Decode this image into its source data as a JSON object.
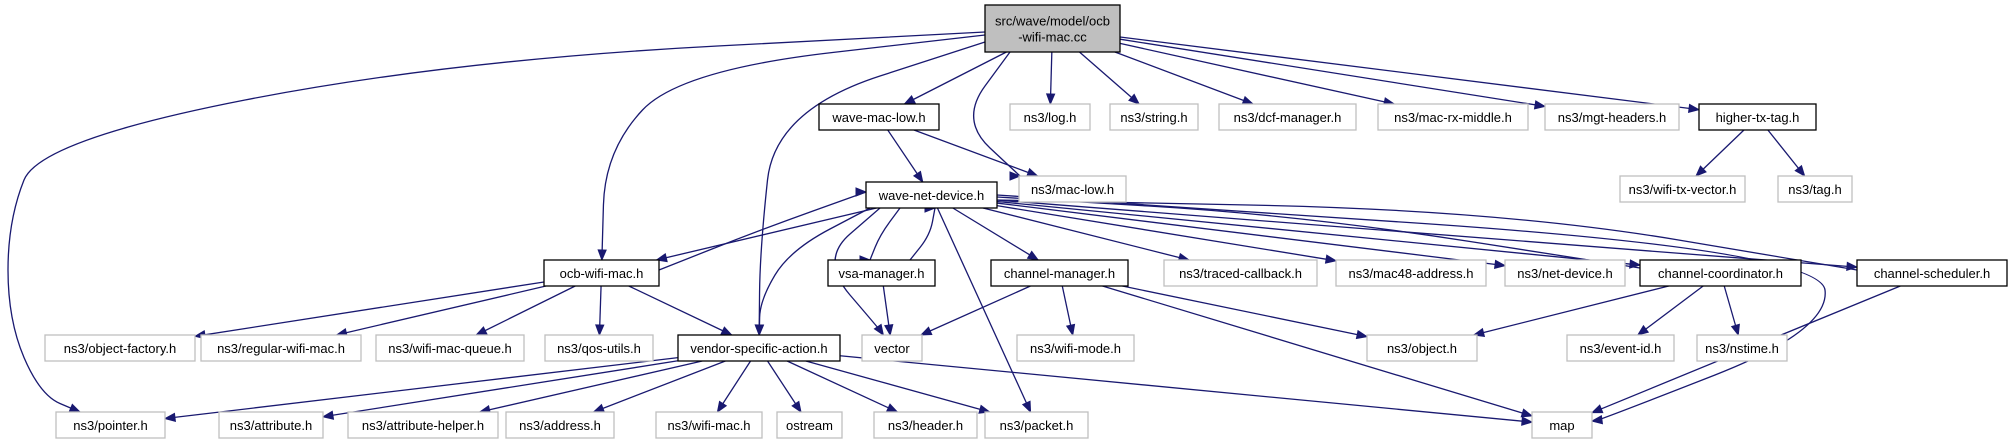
{
  "graph": {
    "nodes": [
      {
        "id": "main",
        "kind": "main",
        "lines": [
          "src/wave/model/ocb",
          "-wifi-mac.cc"
        ]
      },
      {
        "id": "wave_mac_low",
        "kind": "doc",
        "lines": [
          "wave-mac-low.h"
        ]
      },
      {
        "id": "log",
        "kind": "ext",
        "lines": [
          "ns3/log.h"
        ]
      },
      {
        "id": "string",
        "kind": "ext",
        "lines": [
          "ns3/string.h"
        ]
      },
      {
        "id": "dcf_manager",
        "kind": "ext",
        "lines": [
          "ns3/dcf-manager.h"
        ]
      },
      {
        "id": "mac_rx_middle",
        "kind": "ext",
        "lines": [
          "ns3/mac-rx-middle.h"
        ]
      },
      {
        "id": "mgt_headers",
        "kind": "ext",
        "lines": [
          "ns3/mgt-headers.h"
        ]
      },
      {
        "id": "higher_tx_tag",
        "kind": "doc",
        "lines": [
          "higher-tx-tag.h"
        ]
      },
      {
        "id": "mac_low",
        "kind": "ext",
        "lines": [
          "ns3/mac-low.h"
        ]
      },
      {
        "id": "wifi_tx_vector",
        "kind": "ext",
        "lines": [
          "ns3/wifi-tx-vector.h"
        ]
      },
      {
        "id": "tag",
        "kind": "ext",
        "lines": [
          "ns3/tag.h"
        ]
      },
      {
        "id": "wave_net_device",
        "kind": "doc",
        "lines": [
          "wave-net-device.h"
        ]
      },
      {
        "id": "ocb_wifi_mac_h",
        "kind": "doc",
        "lines": [
          "ocb-wifi-mac.h"
        ]
      },
      {
        "id": "vsa_manager",
        "kind": "doc",
        "lines": [
          "vsa-manager.h"
        ]
      },
      {
        "id": "channel_manager",
        "kind": "doc",
        "lines": [
          "channel-manager.h"
        ]
      },
      {
        "id": "traced_callback",
        "kind": "ext",
        "lines": [
          "ns3/traced-callback.h"
        ]
      },
      {
        "id": "mac48_address",
        "kind": "ext",
        "lines": [
          "ns3/mac48-address.h"
        ]
      },
      {
        "id": "net_device",
        "kind": "ext",
        "lines": [
          "ns3/net-device.h"
        ]
      },
      {
        "id": "channel_coordinator",
        "kind": "doc",
        "lines": [
          "channel-coordinator.h"
        ]
      },
      {
        "id": "channel_scheduler",
        "kind": "doc",
        "lines": [
          "channel-scheduler.h"
        ]
      },
      {
        "id": "object_factory",
        "kind": "ext",
        "lines": [
          "ns3/object-factory.h"
        ]
      },
      {
        "id": "regular_wifi_mac",
        "kind": "ext",
        "lines": [
          "ns3/regular-wifi-mac.h"
        ]
      },
      {
        "id": "wifi_mac_queue",
        "kind": "ext",
        "lines": [
          "ns3/wifi-mac-queue.h"
        ]
      },
      {
        "id": "qos_utils",
        "kind": "ext",
        "lines": [
          "ns3/qos-utils.h"
        ]
      },
      {
        "id": "vendor_specific_action",
        "kind": "doc",
        "lines": [
          "vendor-specific-action.h"
        ]
      },
      {
        "id": "vector",
        "kind": "ext",
        "lines": [
          "vector"
        ]
      },
      {
        "id": "wifi_mode",
        "kind": "ext",
        "lines": [
          "ns3/wifi-mode.h"
        ]
      },
      {
        "id": "object",
        "kind": "ext",
        "lines": [
          "ns3/object.h"
        ]
      },
      {
        "id": "event_id",
        "kind": "ext",
        "lines": [
          "ns3/event-id.h"
        ]
      },
      {
        "id": "nstime",
        "kind": "ext",
        "lines": [
          "ns3/nstime.h"
        ]
      },
      {
        "id": "pointer",
        "kind": "ext",
        "lines": [
          "ns3/pointer.h"
        ]
      },
      {
        "id": "attribute",
        "kind": "ext",
        "lines": [
          "ns3/attribute.h"
        ]
      },
      {
        "id": "attribute_helper",
        "kind": "ext",
        "lines": [
          "ns3/attribute-helper.h"
        ]
      },
      {
        "id": "address",
        "kind": "ext",
        "lines": [
          "ns3/address.h"
        ]
      },
      {
        "id": "wifi_mac",
        "kind": "ext",
        "lines": [
          "ns3/wifi-mac.h"
        ]
      },
      {
        "id": "ostream",
        "kind": "ext",
        "lines": [
          "ostream"
        ]
      },
      {
        "id": "header",
        "kind": "ext",
        "lines": [
          "ns3/header.h"
        ]
      },
      {
        "id": "packet",
        "kind": "ext",
        "lines": [
          "ns3/packet.h"
        ]
      },
      {
        "id": "map",
        "kind": "ext",
        "lines": [
          "map"
        ]
      }
    ],
    "edges": [
      [
        "main",
        "wave_mac_low"
      ],
      [
        "main",
        "log"
      ],
      [
        "main",
        "string"
      ],
      [
        "main",
        "dcf_manager"
      ],
      [
        "main",
        "mac_rx_middle"
      ],
      [
        "main",
        "mgt_headers"
      ],
      [
        "main",
        "higher_tx_tag"
      ],
      [
        "main",
        "mac_low"
      ],
      [
        "main",
        "ocb_wifi_mac_h"
      ],
      [
        "main",
        "vendor_specific_action"
      ],
      [
        "main",
        "pointer"
      ],
      [
        "wave_mac_low",
        "wave_net_device"
      ],
      [
        "wave_mac_low",
        "mac_low"
      ],
      [
        "higher_tx_tag",
        "wifi_tx_vector"
      ],
      [
        "higher_tx_tag",
        "tag"
      ],
      [
        "wave_net_device",
        "ocb_wifi_mac_h"
      ],
      [
        "wave_net_device",
        "vsa_manager"
      ],
      [
        "wave_net_device",
        "channel_manager"
      ],
      [
        "wave_net_device",
        "traced_callback"
      ],
      [
        "wave_net_device",
        "mac48_address"
      ],
      [
        "wave_net_device",
        "net_device"
      ],
      [
        "wave_net_device",
        "channel_coordinator"
      ],
      [
        "wave_net_device",
        "channel_scheduler"
      ],
      [
        "wave_net_device",
        "vendor_specific_action"
      ],
      [
        "wave_net_device",
        "vector"
      ],
      [
        "wave_net_device",
        "packet"
      ],
      [
        "wave_net_device",
        "map"
      ],
      [
        "ocb_wifi_mac_h",
        "wave_net_device"
      ],
      [
        "ocb_wifi_mac_h",
        "object_factory"
      ],
      [
        "ocb_wifi_mac_h",
        "regular_wifi_mac"
      ],
      [
        "ocb_wifi_mac_h",
        "wifi_mac_queue"
      ],
      [
        "ocb_wifi_mac_h",
        "qos_utils"
      ],
      [
        "ocb_wifi_mac_h",
        "vendor_specific_action"
      ],
      [
        "vsa_manager",
        "wave_net_device"
      ],
      [
        "vsa_manager",
        "vector"
      ],
      [
        "channel_manager",
        "vector"
      ],
      [
        "channel_manager",
        "wifi_mode"
      ],
      [
        "channel_manager",
        "object"
      ],
      [
        "channel_manager",
        "map"
      ],
      [
        "channel_coordinator",
        "wave_net_device"
      ],
      [
        "channel_coordinator",
        "object"
      ],
      [
        "channel_coordinator",
        "event_id"
      ],
      [
        "channel_coordinator",
        "nstime"
      ],
      [
        "channel_scheduler",
        "wave_net_device"
      ],
      [
        "channel_scheduler",
        "map"
      ],
      [
        "vendor_specific_action",
        "pointer"
      ],
      [
        "vendor_specific_action",
        "attribute"
      ],
      [
        "vendor_specific_action",
        "attribute_helper"
      ],
      [
        "vendor_specific_action",
        "address"
      ],
      [
        "vendor_specific_action",
        "wifi_mac"
      ],
      [
        "vendor_specific_action",
        "ostream"
      ],
      [
        "vendor_specific_action",
        "header"
      ],
      [
        "vendor_specific_action",
        "packet"
      ],
      [
        "vendor_specific_action",
        "map"
      ]
    ]
  }
}
